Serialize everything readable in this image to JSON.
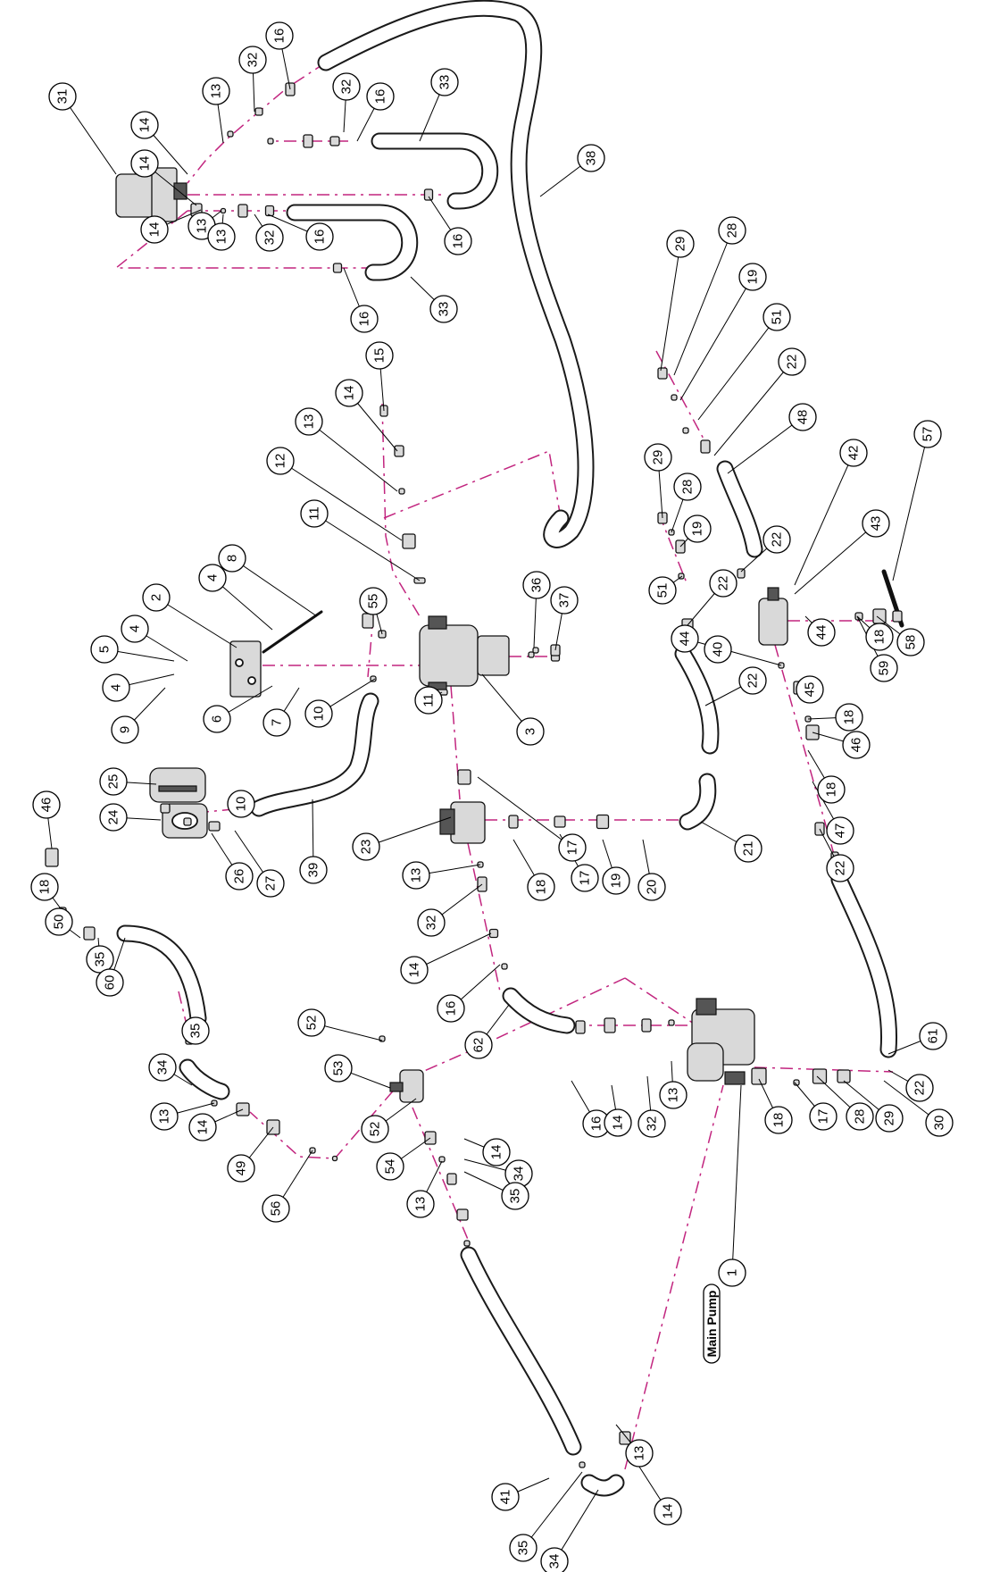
{
  "labels": [
    "31",
    "32",
    "16",
    "13",
    "14",
    "32",
    "16",
    "33",
    "14",
    "13",
    "38",
    "14",
    "13",
    "32",
    "16",
    "16",
    "16",
    "33",
    "15",
    "14",
    "13",
    "12",
    "11",
    "8",
    "4",
    "2",
    "4",
    "5",
    "4",
    "9",
    "6",
    "7",
    "10",
    "55",
    "36",
    "37",
    "3",
    "11",
    "17",
    "10",
    "25",
    "46",
    "24",
    "26",
    "27",
    "39",
    "23",
    "13",
    "18",
    "17",
    "19",
    "20",
    "21",
    "32",
    "18",
    "50",
    "35",
    "60",
    "14",
    "16",
    "62",
    "35",
    "34",
    "13",
    "14",
    "49",
    "56",
    "52",
    "53",
    "52",
    "54",
    "13",
    "14",
    "34",
    "35",
    "16",
    "14",
    "32",
    "13",
    "1",
    "18",
    "17",
    "28",
    "29",
    "30",
    "41",
    "35",
    "34",
    "14",
    "13",
    "29",
    "28",
    "19",
    "51",
    "22",
    "48",
    "29",
    "28",
    "19",
    "51",
    "22",
    "22",
    "40",
    "22",
    "42",
    "43",
    "57",
    "18",
    "59",
    "58",
    "44",
    "44",
    "45",
    "18",
    "46",
    "18",
    "47",
    "22",
    "61",
    "22"
  ],
  "main_pump_tag": "Main Pump",
  "colors": {
    "flow_line": "#c2257f",
    "outline": "#000000"
  }
}
